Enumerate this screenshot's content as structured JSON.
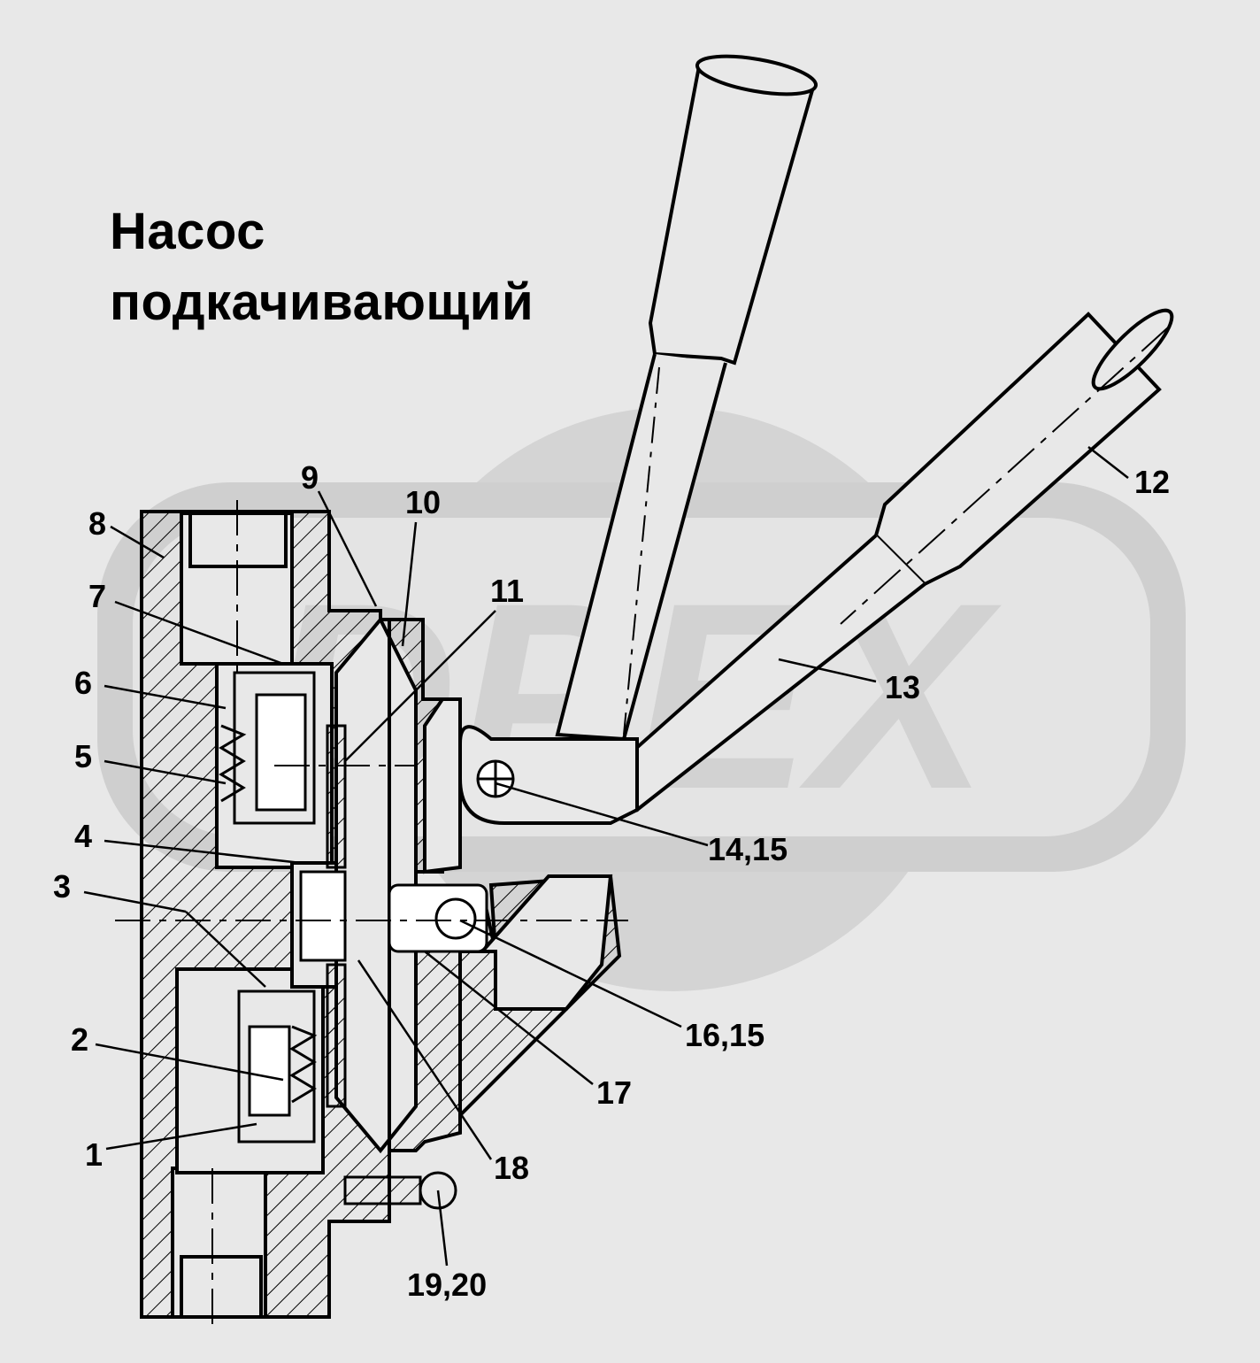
{
  "title": {
    "line1": "Насос",
    "line2": "подкачивающий"
  },
  "watermark": {
    "text": "DPEX",
    "color": "#d2d2d2"
  },
  "colors": {
    "background": "#e8e8e8",
    "line": "#000000"
  },
  "callouts": {
    "c1": "1",
    "c2": "2",
    "c3": "3",
    "c4": "4",
    "c5": "5",
    "c6": "6",
    "c7": "7",
    "c8": "8",
    "c9": "9",
    "c10": "10",
    "c11": "11",
    "c12": "12",
    "c13": "13",
    "c14": "14,15",
    "c16": "16,15",
    "c17": "17",
    "c18": "18",
    "c19": "19,20"
  }
}
